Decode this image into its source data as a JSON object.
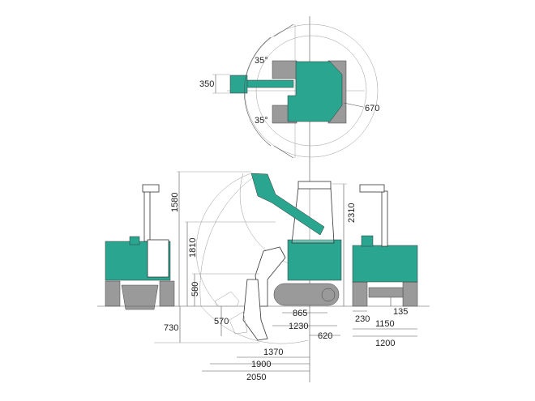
{
  "colors": {
    "body": "#2aa58f",
    "track": "#9a9a9a",
    "line": "#555555"
  },
  "top_view": {
    "angle_upper": "35°",
    "angle_lower": "35°",
    "bucket_width": "350",
    "tail_radius": "670"
  },
  "side_view": {
    "max_dig_height": "1580",
    "max_dump_height": "1810",
    "blade_lift": "580",
    "overall_height": "2310",
    "max_dig_depth": "730",
    "blade_depth": "570",
    "tumbler_distance": "865",
    "track_length": "1230",
    "tail_swing": "620",
    "min_swing_radius": "1370",
    "max_reach_ground": "1900",
    "max_reach": "2050"
  },
  "rear_view": {
    "ground_clearance": "135",
    "shoe_width": "230",
    "track_gauge": "1150",
    "overall_width": "1200"
  }
}
